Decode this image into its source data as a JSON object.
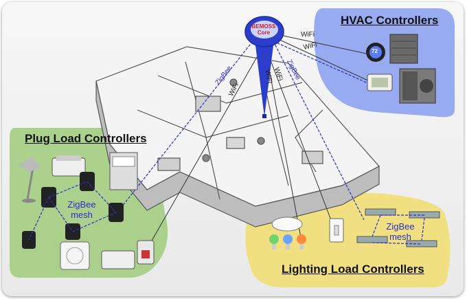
{
  "core": {
    "line1": "BEMOSS",
    "line2": "Core"
  },
  "zones": {
    "hvac": {
      "title": "HVAC Controllers",
      "color": "#8fa3f0",
      "thermostat_reading": "72"
    },
    "plug": {
      "title": "Plug Load Controllers",
      "color": "#a6cf86",
      "mesh_label": [
        "ZigBee",
        "mesh"
      ]
    },
    "lighting": {
      "title": "Lighting Load Controllers",
      "color": "#f0df7c",
      "mesh_label": [
        "ZigBee",
        "mesh"
      ]
    }
  },
  "links": {
    "wifi": "WiFi",
    "zigbee": "ZigBee"
  },
  "colors": {
    "zigbee_line": "#2a2fc8",
    "wifi_line": "#333333",
    "core_red": "#d61b1b",
    "core_blue": "#2c3ec9"
  }
}
